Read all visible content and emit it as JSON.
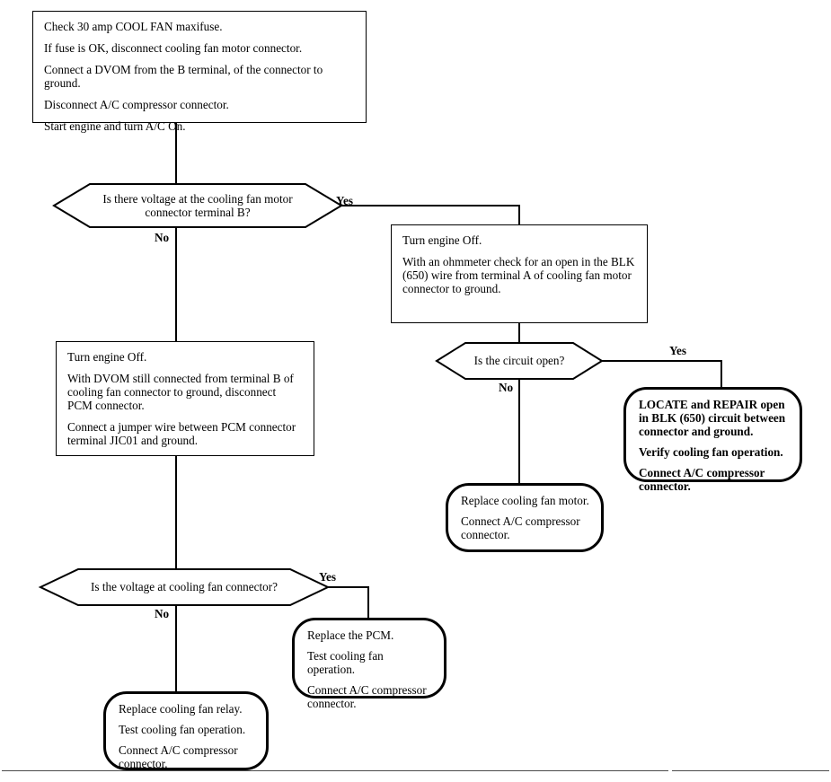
{
  "diagram": {
    "title": "Cooling fan / A-C compressor diagnostic flowchart",
    "nodes": {
      "start_box": {
        "type": "process",
        "lines": [
          "Check 30 amp COOL FAN maxifuse.",
          "If fuse is OK, disconnect cooling fan motor connector.",
          "Connect a DVOM from the B terminal, of the connector to ground.",
          "Disconnect A/C compressor connector.",
          "Start engine and turn A/C On."
        ]
      },
      "decision_voltage_terminal_b": {
        "type": "decision",
        "text": "Is there voltage at the cooling fan motor connector terminal B?",
        "yes_label": "Yes",
        "no_label": "No"
      },
      "ohmmeter_box": {
        "type": "process",
        "lines": [
          "Turn engine Off.",
          "With an ohmmeter check for an open in the BLK (650) wire from terminal A of cooling fan motor connector to ground."
        ]
      },
      "decision_circuit_open": {
        "type": "decision",
        "text": "Is the circuit open?",
        "yes_label": "Yes",
        "no_label": "No"
      },
      "locate_repair_box": {
        "type": "terminator",
        "lines": [
          "LOCATE and REPAIR open in BLK (650) circuit between connector and ground.",
          "Verify cooling fan operation.",
          "Connect A/C compressor connector."
        ]
      },
      "replace_fan_motor_box": {
        "type": "terminator",
        "lines": [
          "Replace cooling fan motor.",
          "Connect A/C compressor connector."
        ]
      },
      "jumper_box": {
        "type": "process",
        "lines": [
          "Turn engine Off.",
          "With DVOM still connected from terminal B of cooling fan connector to ground, disconnect PCM connector.",
          "Connect a jumper wire between PCM connector terminal JIC01 and ground."
        ]
      },
      "decision_voltage_fan_connector": {
        "type": "decision",
        "text": "Is the voltage at cooling fan connector?",
        "yes_label": "Yes",
        "no_label": "No"
      },
      "replace_pcm_box": {
        "type": "terminator",
        "lines": [
          "Replace the PCM.",
          "Test cooling fan operation.",
          "Connect A/C compressor connector."
        ]
      },
      "replace_fan_relay_box": {
        "type": "terminator",
        "lines": [
          "Replace cooling fan relay.",
          "Test cooling fan operation.",
          "Connect A/C compressor connector."
        ]
      }
    },
    "colors": {
      "line": "#000000",
      "text": "#000000",
      "background": "#ffffff",
      "footer_rule": "#4a4a4a"
    }
  }
}
